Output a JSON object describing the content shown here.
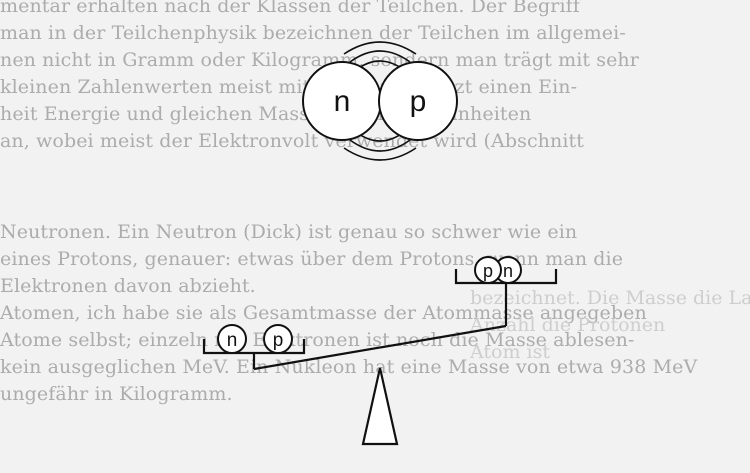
{
  "background_text": {
    "top_lines": [
      "mentar erhalten nach der Klassen der Teilchen. Der Begriff",
      "man in der Teilchenphysik bezeichnen der Teilchen im allgemei-",
      "nen nicht in Gramm oder Kilogramm, sondern man trägt mit sehr",
      "kleinen Zahlenwerten meist mit der nun benutzt einen Ein-",
      "heit Energie und gleichen Massen in Energieeinheiten",
      "an, wobei meist der Elektronvolt verwendet wird (Abschnitt"
    ],
    "bottom_lines": [
      "Neutronen. Ein Neutron (Dick) ist genau so schwer wie ein",
      "eines Protons, genauer: etwas über dem Protons, wenn man die",
      "Elektronen davon abzieht.",
      "Atomen, ich habe sie als Gesamtmasse der Atommasse angegeben",
      "Atome selbst; einzeln mit Elektronen ist noch die Masse ablesen-",
      "kein ausgeglichen MeV. Ein Nukleon hat eine Masse von etwa 938 MeV",
      "ungefähr in Kilogramm."
    ],
    "right_lines": [
      "bezeichnet. Die Masse die Ladung die",
      "Anzahl die Protonen",
      "Atom ist"
    ]
  },
  "figure": {
    "nucleus": {
      "left_label": "n",
      "right_label": "p"
    },
    "left_pan": {
      "labels": [
        "n",
        "p"
      ]
    },
    "right_pan": {
      "labels": [
        "p",
        "n"
      ]
    }
  }
}
